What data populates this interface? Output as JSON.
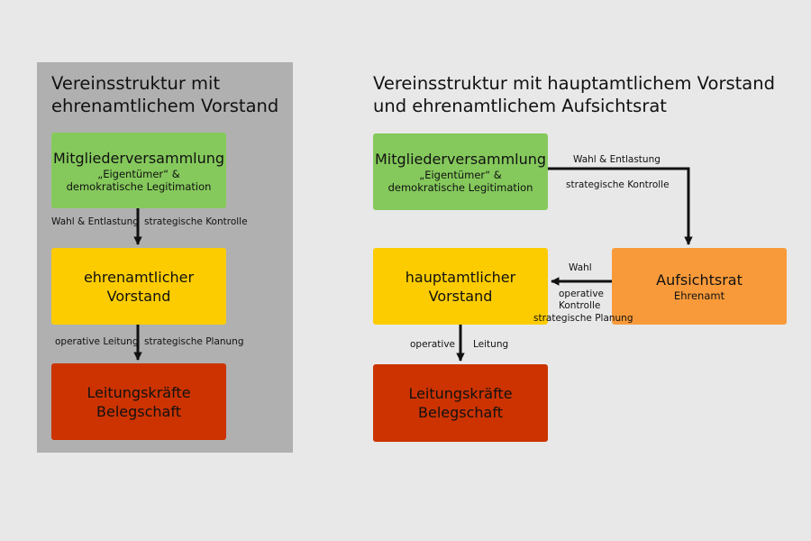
{
  "left": {
    "title_line1": "Vereinsstruktur mit",
    "title_line2": "ehrenamtlichem Vorstand",
    "members": {
      "title": "Mitgliederversammlung",
      "sub1": "„Eigentümer“ &",
      "sub2": "demokratische Legitimation"
    },
    "board": {
      "line1": "ehrenamtlicher",
      "line2": "Vorstand"
    },
    "staff": {
      "line1": "Leitungskräfte",
      "line2": "Belegschaft"
    },
    "edge1": {
      "left": "Wahl & Entlastung",
      "right": "strategische Kontrolle"
    },
    "edge2": {
      "left": "operative Leitung",
      "right": "strategische Planung"
    }
  },
  "right": {
    "title_line1": "Vereinsstruktur mit hauptamtlichem Vorstand",
    "title_line2": "und ehrenamtlichem Aufsichtsrat",
    "members": {
      "title": "Mitgliederversammlung",
      "sub1": "„Eigentümer“ &",
      "sub2": "demokratische Legitimation"
    },
    "supervisory": {
      "title": "Aufsichtsrat",
      "sub": "Ehrenamt"
    },
    "board": {
      "line1": "hauptamtlicher",
      "line2": "Vorstand"
    },
    "staff": {
      "line1": "Leitungskräfte",
      "line2": "Belegschaft"
    },
    "edge_members_supervisory": {
      "top": "Wahl & Entlastung",
      "bottom": "strategische Kontrolle"
    },
    "edge_supervisory_board": {
      "top": "Wahl",
      "line1": "operative",
      "line2": "Kontrolle",
      "line3": "strategische Planung"
    },
    "edge_board_staff": {
      "left": "operative",
      "right": "Leitung"
    }
  },
  "colors": {
    "background": "#e8e8e8",
    "left_panel": "#b0b0b0",
    "members": "#85c95c",
    "board": "#fccc00",
    "staff": "#cc3300",
    "supervisory": "#f99a3a"
  }
}
